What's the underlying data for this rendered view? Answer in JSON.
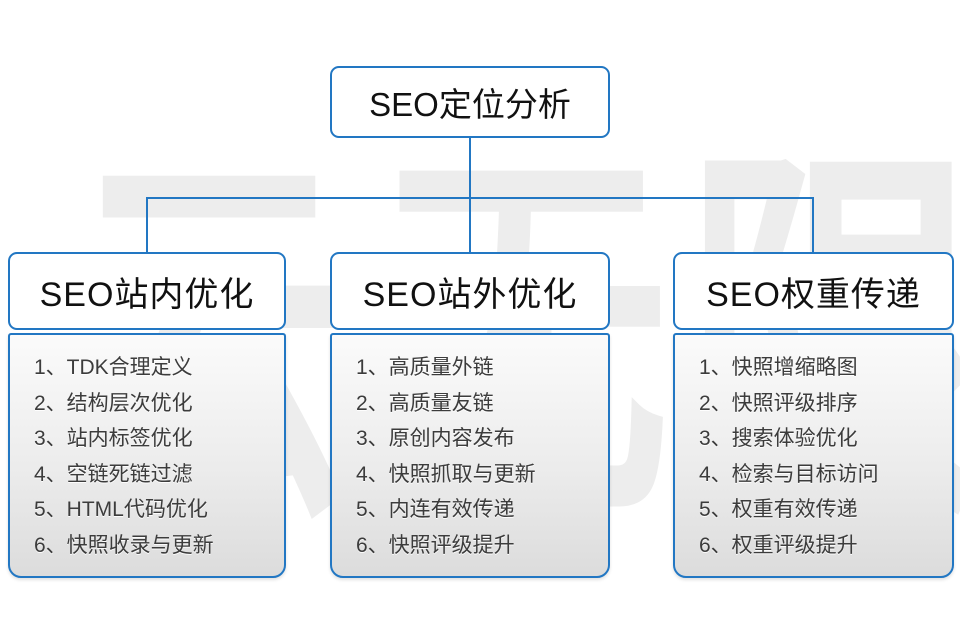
{
  "diagram": {
    "watermark": "云无限",
    "root": {
      "label": "SEO定位分析"
    },
    "columns": [
      {
        "title": "SEO站内优化",
        "items": [
          "1、TDK合理定义",
          "2、结构层次优化",
          "3、站内标签优化",
          "4、空链死链过滤",
          "5、HTML代码优化",
          "6、快照收录与更新"
        ]
      },
      {
        "title": "SEO站外优化",
        "items": [
          "1、高质量外链",
          "2、高质量友链",
          "3、原创内容发布",
          "4、快照抓取与更新",
          "5、内连有效传递",
          "6、快照评级提升"
        ]
      },
      {
        "title": "SEO权重传递",
        "items": [
          "1、快照增缩略图",
          "2、快照评级排序",
          "3、搜索体验优化",
          "4、检索与目标访问",
          "5、权重有效传递",
          "6、权重评级提升"
        ]
      }
    ],
    "colors": {
      "border_blue": "#2277c3",
      "connector_blue": "#2277c3",
      "header_text": "#111111",
      "item_text": "#3c3c3c",
      "list_gradient_top": "#fbfbfb",
      "list_gradient_bottom": "#dcdcdc",
      "watermark_gray": "#ededed"
    }
  }
}
